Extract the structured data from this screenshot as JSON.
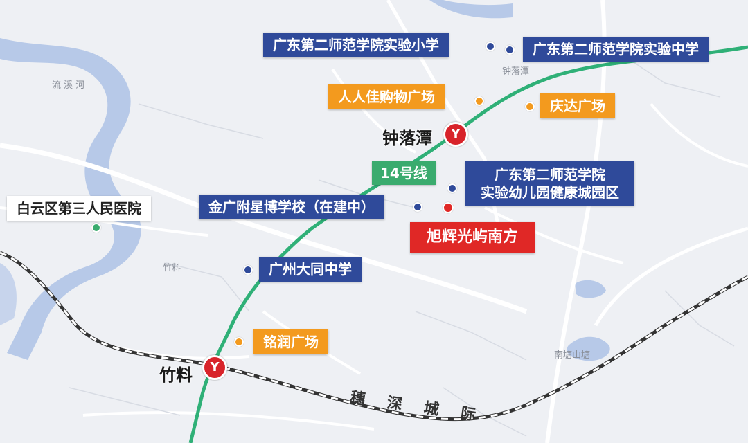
{
  "map": {
    "colors": {
      "water": "#b7c9e8",
      "metro_line": "#2fb077",
      "blue_label": "#2f4a9a",
      "orange_label": "#f39a1e",
      "red_label": "#e02826",
      "green_label": "#3aab6e"
    },
    "stations": [
      {
        "name": "钟落潭",
        "icon": "metro-icon"
      },
      {
        "name": "竹料",
        "icon": "metro-icon"
      }
    ],
    "labels": {
      "school_primary": "广东第二师范学院实验小学",
      "school_middle": "广东第二师范学院实验中学",
      "mall_renrenjia": "人人佳购物广场",
      "mall_qingda": "庆达广场",
      "line_14": "14号线",
      "kindergarten_line1": "广东第二师范学院",
      "kindergarten_line2": "实验幼儿园健康城园区",
      "hospital": "白云区第三人民医院",
      "jinguang_school": "金广附星博学校（在建中）",
      "xuhui": "旭辉光屿南方",
      "datong": "广州大同中学",
      "mingrun": "铭润广场"
    },
    "places": {
      "liuxi_river": "流 溪 河",
      "zhongluotan_area": "钟落潭",
      "zhuliao_area": "竹料",
      "nantang": "南塘山塘"
    },
    "rail_name": "穗 深 城 际"
  }
}
